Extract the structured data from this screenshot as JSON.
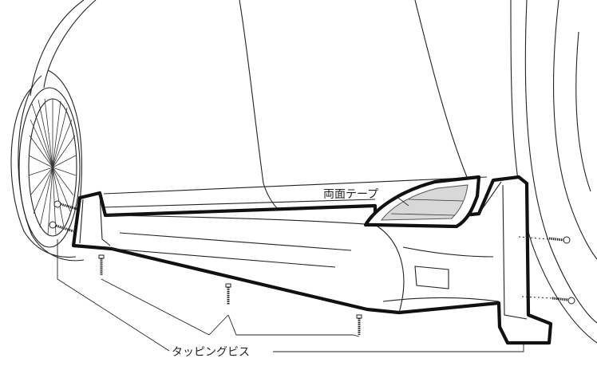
{
  "labels": {
    "double_sided_tape": "両面テープ",
    "tapping_screw": "タッピングビス"
  },
  "icons": [
    "screw-icon",
    "wheel",
    "side-skirt",
    "double-sided-tape-area"
  ]
}
